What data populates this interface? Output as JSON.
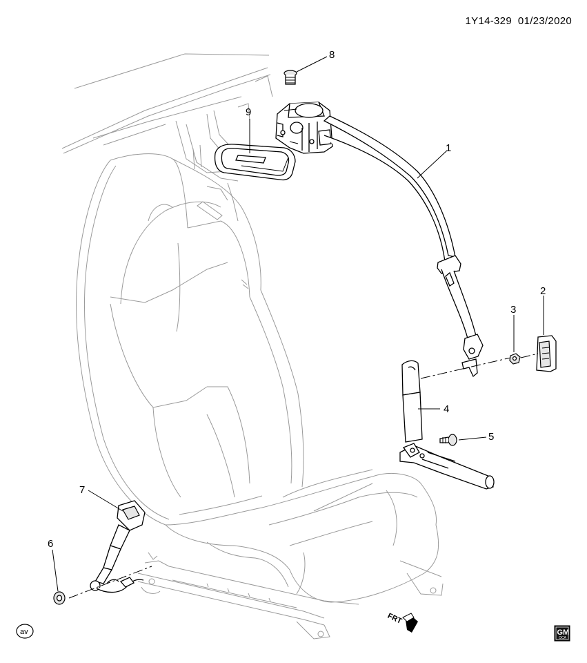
{
  "header": {
    "code": "1Y14-329",
    "date": "01/23/2020"
  },
  "callouts": [
    "1",
    "2",
    "3",
    "4",
    "5",
    "6",
    "7",
    "8",
    "9"
  ],
  "frt_label": "FRT",
  "av_label": "av",
  "logo": {
    "text": "GM",
    "subtext": "OCA"
  }
}
